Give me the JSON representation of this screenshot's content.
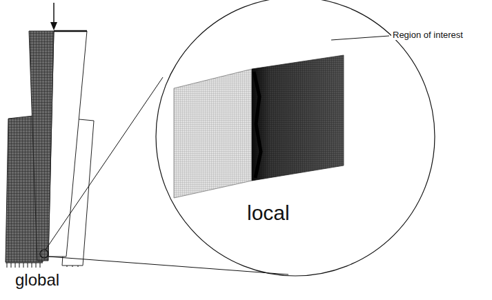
{
  "diagram": {
    "labels": [
      "Region of interest",
      "local",
      "global"
    ]
  }
}
